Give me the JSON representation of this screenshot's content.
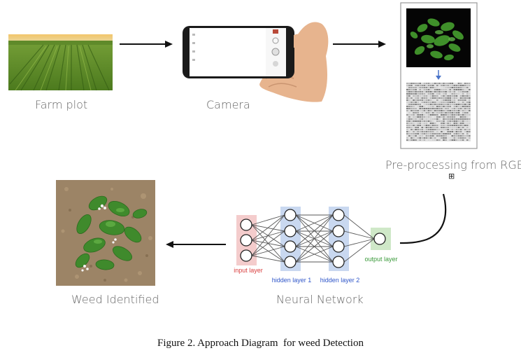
{
  "stages": {
    "farm_plot": {
      "label": "Farm plot"
    },
    "camera": {
      "label": "Camera"
    },
    "preprocessing": {
      "label": "Pre-processing from RGB",
      "marker": "⊞"
    },
    "neural_network": {
      "label": "Neural Network",
      "layers": {
        "input": {
          "label": "input layer",
          "color": "#d93f3f",
          "box_color": "#f4cccc"
        },
        "hidden1": {
          "label": "hidden layer 1",
          "color": "#2f56c9",
          "box_color": "#c9d8f0"
        },
        "hidden2": {
          "label": "hidden layer 2",
          "color": "#2f56c9",
          "box_color": "#c9d8f0"
        },
        "output": {
          "label": "output layer",
          "color": "#3a9a3a",
          "box_color": "#cfe8c8"
        }
      }
    },
    "weed_identified": {
      "label": "Weed Identified"
    }
  },
  "caption": "Figure 2. Approach Diagram  for weed Detection"
}
